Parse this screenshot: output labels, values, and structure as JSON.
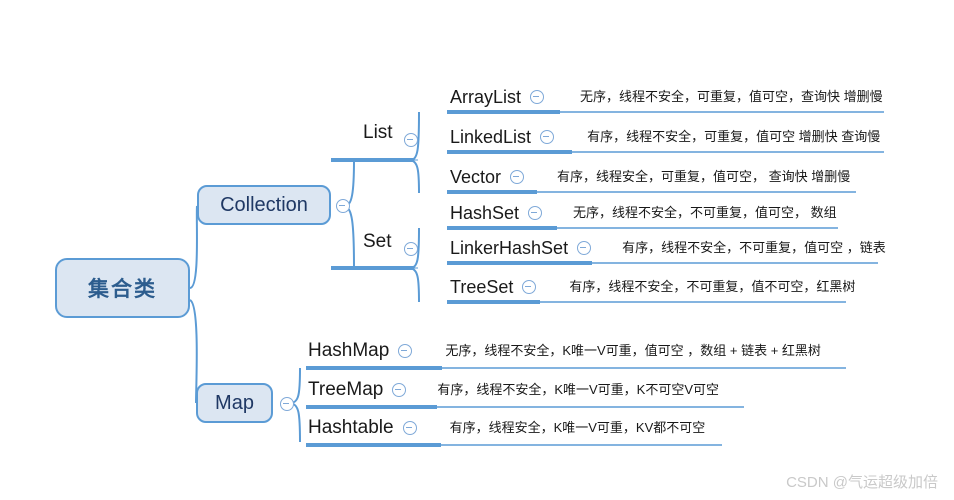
{
  "diagram": {
    "root": {
      "label": "集合类"
    },
    "watermark": "CSDN @气运超级加倍",
    "colors": {
      "node_fill": "#dce6f2",
      "node_border": "#5b9bd5",
      "connector": "#5b9bd5",
      "underline": "#5b9bd5",
      "root_text": "#2d5d8e",
      "branch_text": "#1f3864",
      "leaf_text": "#1a1a1a",
      "watermark_text": "#c9c9c9"
    },
    "branches": [
      {
        "label": "Collection",
        "groups": [
          {
            "label": "List",
            "leaves": [
              {
                "name": "ArrayList",
                "desc": "无序，线程不安全，可重复，值可空，查询快 增删慢"
              },
              {
                "name": "LinkedList",
                "desc": "有序，线程不安全，可重复，值可空 增删快 查询慢"
              },
              {
                "name": "Vector",
                "desc": "有序，线程安全，可重复，值可空， 查询快 增删慢"
              }
            ]
          },
          {
            "label": "Set",
            "leaves": [
              {
                "name": "HashSet",
                "desc": "无序，线程不安全，不可重复，值可空， 数组"
              },
              {
                "name": "LinkerHashSet",
                "desc": "有序，线程不安全，不可重复，值可空 ，链表"
              },
              {
                "name": "TreeSet",
                "desc": "有序，线程不安全，不可重复，值不可空，红黑树"
              }
            ]
          }
        ]
      },
      {
        "label": "Map",
        "groups": [
          {
            "label": "",
            "leaves": [
              {
                "name": "HashMap",
                "desc": "无序，线程不安全，K唯一V可重，值可空 ，数组 + 链表 + 红黑树"
              },
              {
                "name": "TreeMap",
                "desc": "有序，线程不安全，K唯一V可重，K不可空V可空"
              },
              {
                "name": "Hashtable",
                "desc": "有序，线程安全，K唯一V可重，KV都不可空"
              }
            ]
          }
        ]
      }
    ]
  }
}
